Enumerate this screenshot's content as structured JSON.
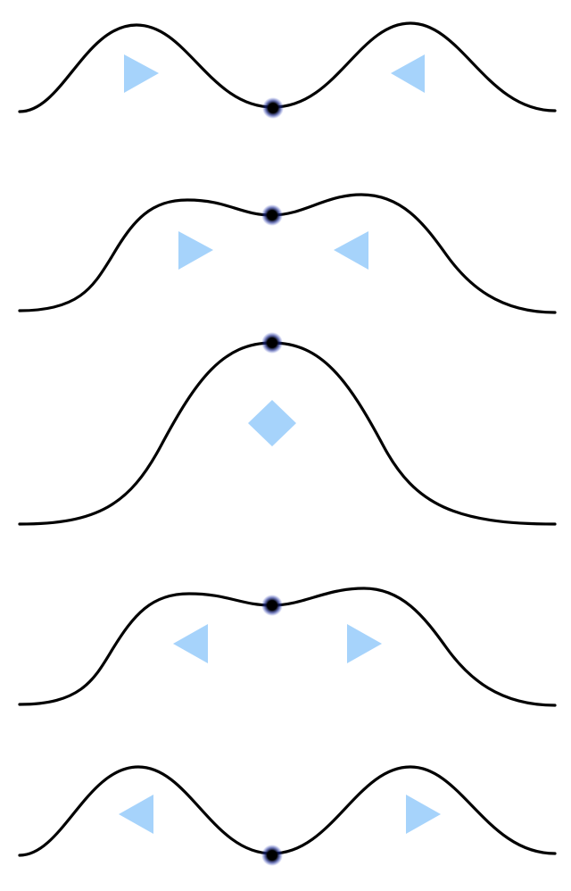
{
  "colors": {
    "background": "#ffffff",
    "wave": "#000000",
    "arrow": "#a6d3fb",
    "dot_core": "#000000",
    "dot_halo": "#1c2a8c"
  },
  "panels": [
    {
      "name": "panel-1",
      "shape": "two separated pulses, dot at central trough",
      "dot_position": "trough",
      "arrows": [
        {
          "icon": "triangle-right-icon",
          "direction": "right"
        },
        {
          "icon": "triangle-left-icon",
          "direction": "left"
        }
      ]
    },
    {
      "name": "panel-2",
      "shape": "pulses beginning to merge, dot at central dip",
      "dot_position": "dip",
      "arrows": [
        {
          "icon": "triangle-right-icon",
          "direction": "right"
        },
        {
          "icon": "triangle-left-icon",
          "direction": "left"
        }
      ]
    },
    {
      "name": "panel-3",
      "shape": "single combined pulse, dot at peak",
      "dot_position": "peak",
      "arrows": [
        {
          "icon": "diamond-icon",
          "direction": "none"
        }
      ]
    },
    {
      "name": "panel-4",
      "shape": "pulses beginning to separate, dot at central dip",
      "dot_position": "dip",
      "arrows": [
        {
          "icon": "triangle-left-icon",
          "direction": "left"
        },
        {
          "icon": "triangle-right-icon",
          "direction": "right"
        }
      ]
    },
    {
      "name": "panel-5",
      "shape": "two separated pulses, dot at central trough",
      "dot_position": "trough",
      "arrows": [
        {
          "icon": "triangle-left-icon",
          "direction": "left"
        },
        {
          "icon": "triangle-right-icon",
          "direction": "right"
        }
      ]
    }
  ]
}
